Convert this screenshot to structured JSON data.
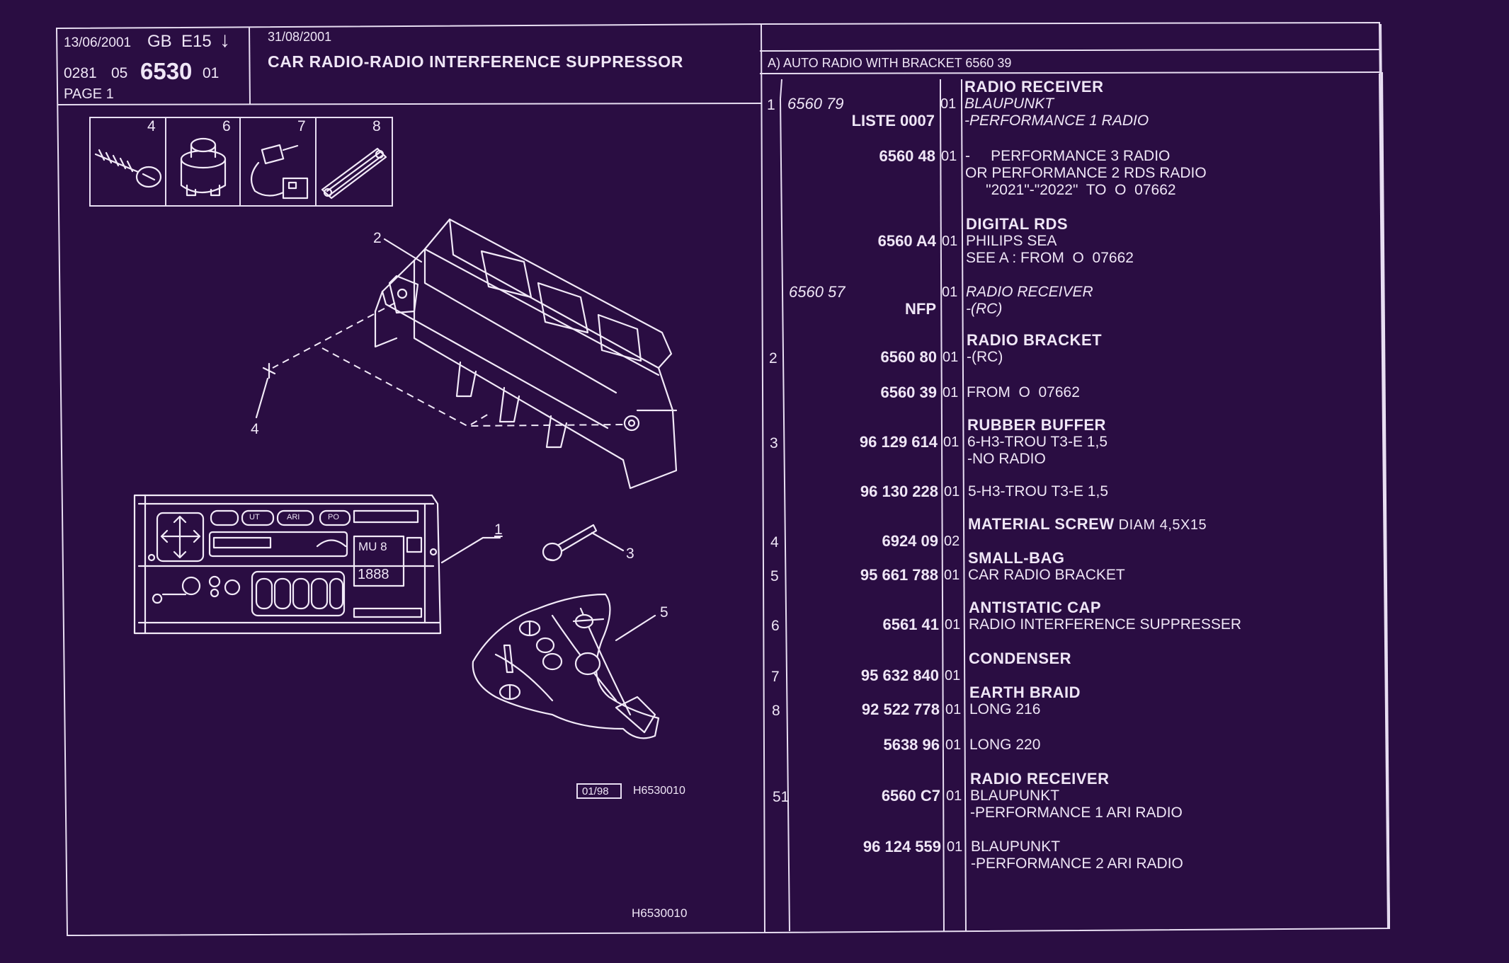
{
  "header": {
    "date1": "13/06/2001",
    "lang": "GB",
    "code": "E15",
    "arrow": "↓",
    "ref_prefix": "0281",
    "ref_mid": "05",
    "ref_main": "6530",
    "ref_suffix": "01",
    "page": "PAGE 1",
    "date2": "31/08/2001",
    "title": "CAR RADIO-RADIO INTERFERENCE SUPPRESSOR"
  },
  "thumbnails": [
    {
      "num": "4",
      "icon": "screw-icon"
    },
    {
      "num": "6",
      "icon": "cap-icon"
    },
    {
      "num": "7",
      "icon": "condenser-icon"
    },
    {
      "num": "8",
      "icon": "earth-braid-icon"
    }
  ],
  "diagram": {
    "callouts": [
      "1",
      "2",
      "3",
      "4",
      "5"
    ],
    "radio_display_a": "MU 8",
    "radio_display_b": "1888",
    "radio_buttons": [
      "UT",
      "ARI",
      "PO"
    ],
    "stamp_date": "01/98",
    "stamp_code": "H6530010",
    "footer_code": "H6530010"
  },
  "parts": {
    "section_title": "A) AUTO RADIO WITH BRACKET 6560 39",
    "rows": [
      {
        "item": "1",
        "ref": "6560 79",
        "ref_italic": true,
        "sub": "LISTE 0007",
        "ver": "01",
        "head": "RADIO RECEIVER",
        "lines": [
          "BLAUPUNKT",
          "-PERFORMANCE 1 RADIO"
        ],
        "italic_lines": true
      },
      {
        "item": "",
        "ref": "6560 48",
        "ver": "01",
        "head": "",
        "lines": [
          "-     PERFORMANCE 3 RADIO",
          "OR PERFORMANCE 2 RDS RADIO",
          "     \"2021\"-\"2022\"  TO  O  07662"
        ]
      },
      {
        "item": "",
        "ref": "6560 A4",
        "ver": "01",
        "head": "DIGITAL RDS",
        "lines": [
          "PHILIPS SEA",
          "SEE A : FROM  O  07662"
        ]
      },
      {
        "item": "",
        "ref": "6560 57",
        "ref_italic": true,
        "sub": "NFP",
        "ver": "01",
        "head": "",
        "lines": [
          "RADIO RECEIVER",
          "-(RC)"
        ],
        "italic_lines": true
      },
      {
        "item": "2",
        "ref": "6560 80",
        "ver": "01",
        "head": "RADIO BRACKET",
        "lines": [
          "-(RC)"
        ]
      },
      {
        "item": "",
        "ref": "6560 39",
        "ver": "01",
        "head": "",
        "lines": [
          "FROM  O  07662"
        ]
      },
      {
        "item": "3",
        "ref": "96 129 614",
        "ver": "01",
        "head": "RUBBER BUFFER",
        "lines": [
          "6-H3-TROU T3-E 1,5",
          "-NO RADIO"
        ]
      },
      {
        "item": "",
        "ref": "96 130 228",
        "ver": "01",
        "head": "",
        "lines": [
          "5-H3-TROU T3-E 1,5"
        ]
      },
      {
        "item": "4",
        "ref": "6924 09",
        "ver": "02",
        "head": "MATERIAL SCREW",
        "head_suffix": "DIAM 4,5X15",
        "lines": []
      },
      {
        "item": "5",
        "ref": "95 661 788",
        "ver": "01",
        "head": "SMALL-BAG",
        "lines": [
          "CAR RADIO BRACKET"
        ]
      },
      {
        "item": "6",
        "ref": "6561 41",
        "ver": "01",
        "head": "ANTISTATIC CAP",
        "lines": [
          "RADIO INTERFERENCE SUPPRESSER"
        ]
      },
      {
        "item": "7",
        "ref": "95 632 840",
        "ver": "01",
        "head": "CONDENSER",
        "lines": []
      },
      {
        "item": "8",
        "ref": "92 522 778",
        "ver": "01",
        "head": "EARTH BRAID",
        "lines": [
          "LONG 216"
        ]
      },
      {
        "item": "",
        "ref": "5638 96",
        "ver": "01",
        "head": "",
        "lines": [
          "LONG 220"
        ]
      },
      {
        "item": "51",
        "ref": "6560 C7",
        "ver": "01",
        "head": "RADIO RECEIVER",
        "lines": [
          "BLAUPUNKT",
          "-PERFORMANCE 1 ARI RADIO"
        ]
      },
      {
        "item": "",
        "ref": "96 124 559",
        "ver": "01",
        "head": "",
        "lines": [
          "BLAUPUNKT",
          "-PERFORMANCE 2 ARI RADIO"
        ]
      }
    ]
  }
}
